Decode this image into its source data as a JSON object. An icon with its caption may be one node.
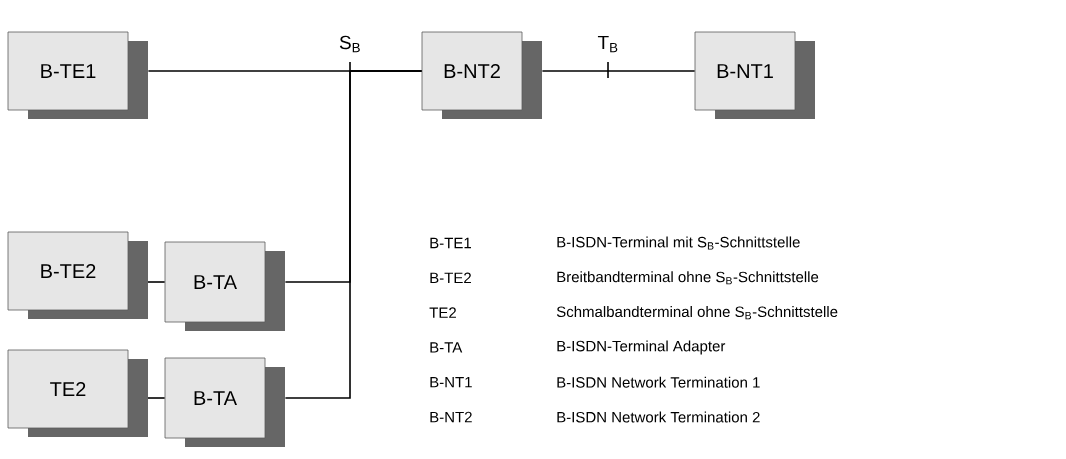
{
  "diagram": {
    "nodes": [
      {
        "text": [
          "B-TE1"
        ]
      },
      {
        "text": [
          "B-NT2"
        ]
      },
      {
        "text": [
          "B-NT1"
        ]
      },
      {
        "text": [
          "B-TE2"
        ]
      },
      {
        "text": [
          "B-TA"
        ]
      },
      {
        "text": [
          "TE2"
        ]
      },
      {
        "text": [
          "B-TA"
        ]
      }
    ],
    "edges": [
      {
        "from": 0,
        "to": 1,
        "arrow": "none"
      },
      {
        "from": 1,
        "to": 2,
        "arrow": "none"
      },
      {
        "from": 3,
        "to": 4,
        "arrow": "none"
      },
      {
        "from": 5,
        "to": 6,
        "arrow": "none"
      },
      {
        "from": 4,
        "to": 1,
        "arrow": "none"
      },
      {
        "from": 6,
        "to": 1,
        "arrow": "none"
      }
    ],
    "labels": [
      "S$_{B}$",
      "T$_{B}$",
      "B-TE1",
      "B-ISDN-Terminal mit S$_{B}$-Schnittstelle",
      "B-TE2",
      "Breitbandterminal ohne S$_{B}$-Schnittstelle",
      "TE2",
      "Schmalbandterminal ohne S$_{B}$-Schnittstelle",
      "B-TA",
      "B-ISDN-Terminal Adapter",
      "B-NT1",
      "B-ISDN Network Termination 1",
      "B-NT2",
      "B-ISDN Network Termination 2"
    ]
  }
}
